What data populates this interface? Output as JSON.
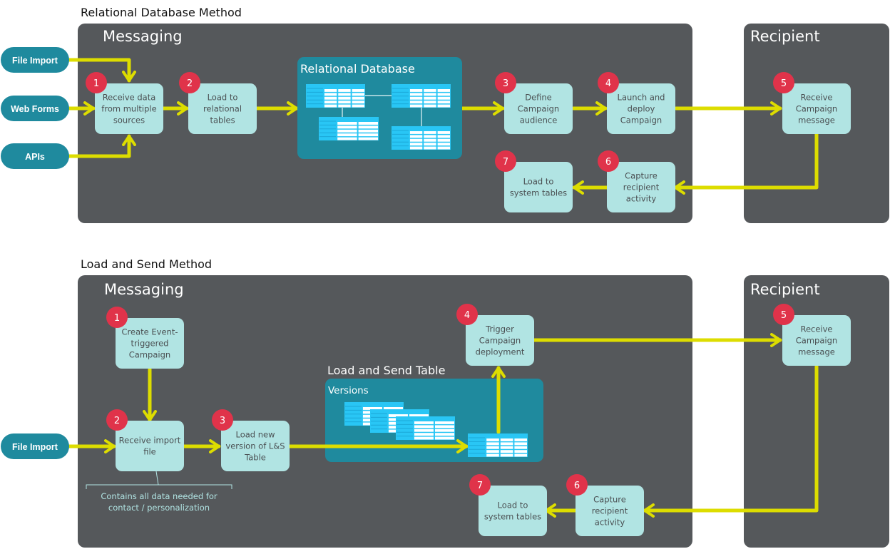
{
  "colors": {
    "panel": "#55585b",
    "source": "#1f8a9e",
    "step": "#b1e4e3",
    "badge": "#e0334a",
    "flow": "#dddd00",
    "table_header": "#29c6f5"
  },
  "relational": {
    "section_title": "Relational Database Method",
    "messaging_title": "Messaging",
    "recipient_title": "Recipient",
    "sources": [
      "File Import",
      "Web Forms",
      "APIs"
    ],
    "database_title": "Relational Database",
    "steps": [
      {
        "num": "1",
        "lines": [
          "Receive data",
          "from multiple",
          "sources"
        ]
      },
      {
        "num": "2",
        "lines": [
          "Load to",
          "relational",
          "tables"
        ]
      },
      {
        "num": "3",
        "lines": [
          "Define",
          "Campaign",
          "audience"
        ]
      },
      {
        "num": "4",
        "lines": [
          "Launch and",
          "deploy",
          "Campaign"
        ]
      },
      {
        "num": "5",
        "lines": [
          "Receive",
          "Campaign",
          "message"
        ]
      },
      {
        "num": "6",
        "lines": [
          "Capture",
          "recipient",
          "activity"
        ]
      },
      {
        "num": "7",
        "lines": [
          "Load to",
          "system tables"
        ]
      }
    ]
  },
  "load_send": {
    "section_title": "Load and Send Method",
    "messaging_title": "Messaging",
    "recipient_title": "Recipient",
    "sources": [
      "File Import"
    ],
    "table_title": "Load and Send Table",
    "versions_label": "Versions",
    "note_lines": [
      "Contains all data needed for",
      "contact / personalization"
    ],
    "steps": [
      {
        "num": "1",
        "lines": [
          "Create Event-",
          "triggered",
          "Campaign"
        ]
      },
      {
        "num": "2",
        "lines": [
          "Receive import",
          "file"
        ]
      },
      {
        "num": "3",
        "lines": [
          "Load new",
          "version of L&S",
          "Table"
        ]
      },
      {
        "num": "4",
        "lines": [
          "Trigger",
          "Campaign",
          "deployment"
        ]
      },
      {
        "num": "5",
        "lines": [
          "Receive",
          "Campaign",
          "message"
        ]
      },
      {
        "num": "6",
        "lines": [
          "Capture",
          "recipient",
          "activity"
        ]
      },
      {
        "num": "7",
        "lines": [
          "Load to",
          "system tables"
        ]
      }
    ]
  }
}
